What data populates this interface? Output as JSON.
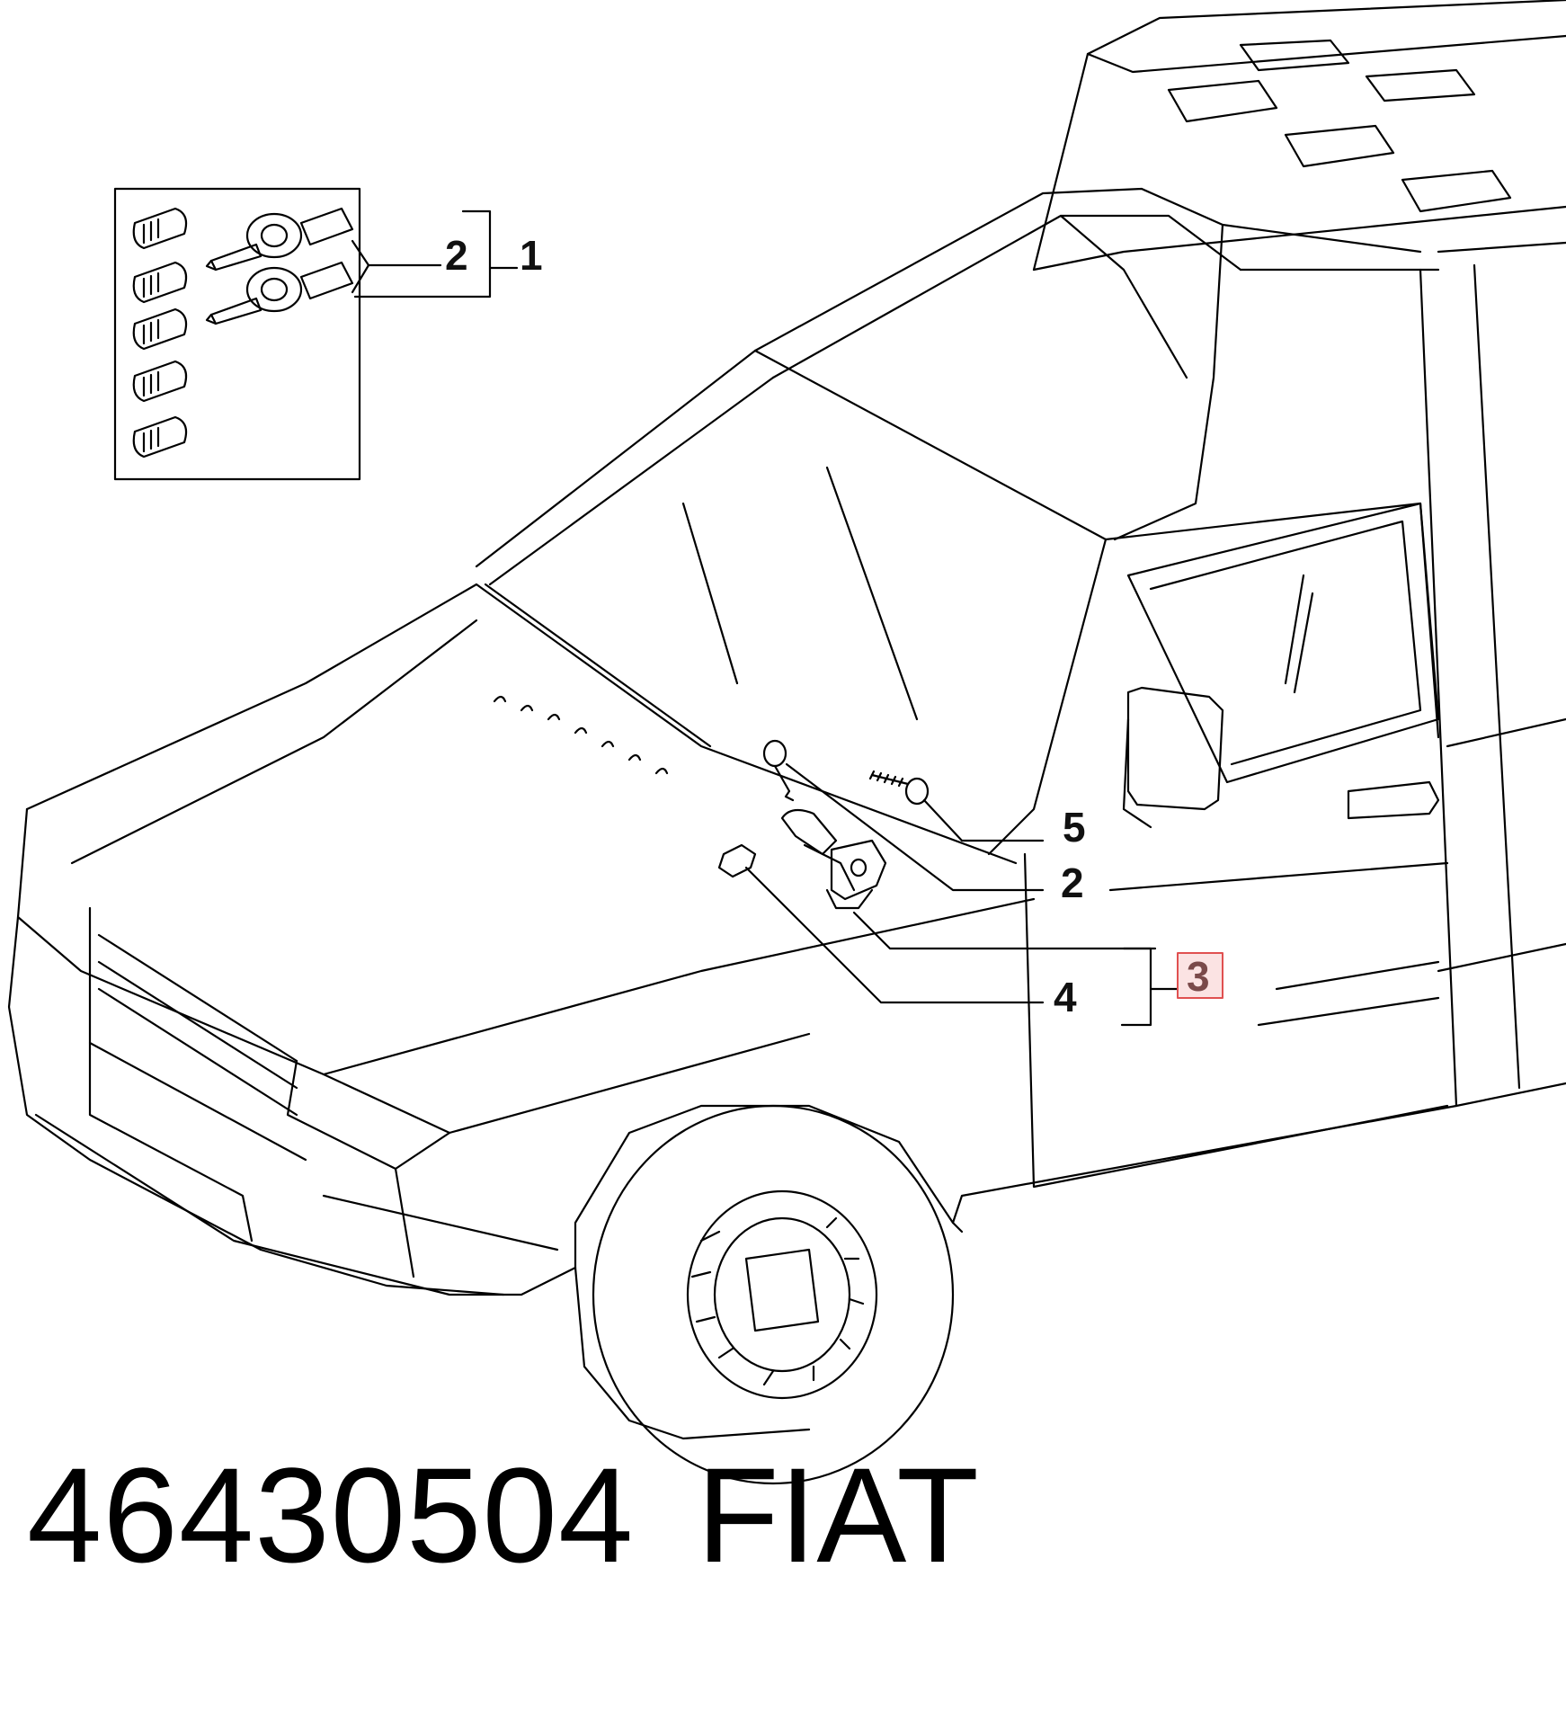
{
  "diagram": {
    "inset_callouts": {
      "keys": "2",
      "kit": "1"
    },
    "callouts": [
      {
        "id": "screw",
        "label": "5"
      },
      {
        "id": "key",
        "label": "2"
      },
      {
        "id": "lock-assembly",
        "label": "3",
        "highlighted": true
      },
      {
        "id": "nut",
        "label": "4"
      }
    ],
    "highlight_color": "#e05050"
  },
  "footer": {
    "part_number": "46430504",
    "brand": "FIAT"
  }
}
